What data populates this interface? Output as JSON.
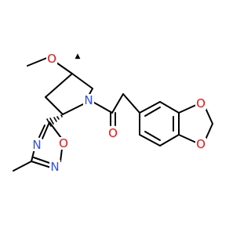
{
  "colors": {
    "bond": "#000000",
    "oxygen": "#ff0d0d",
    "nitrogen": "#3050f8",
    "background": "#ffffff"
  },
  "atoms": {
    "o_methoxy": "O",
    "n_pyrrolidine": "N",
    "o_carbonyl": "O",
    "o_dioxole_top": "O",
    "o_dioxole_bottom": "O",
    "n_oxadiazole_4": "N",
    "n_oxadiazole_2": "N",
    "o_oxadiazole_1": "O"
  }
}
